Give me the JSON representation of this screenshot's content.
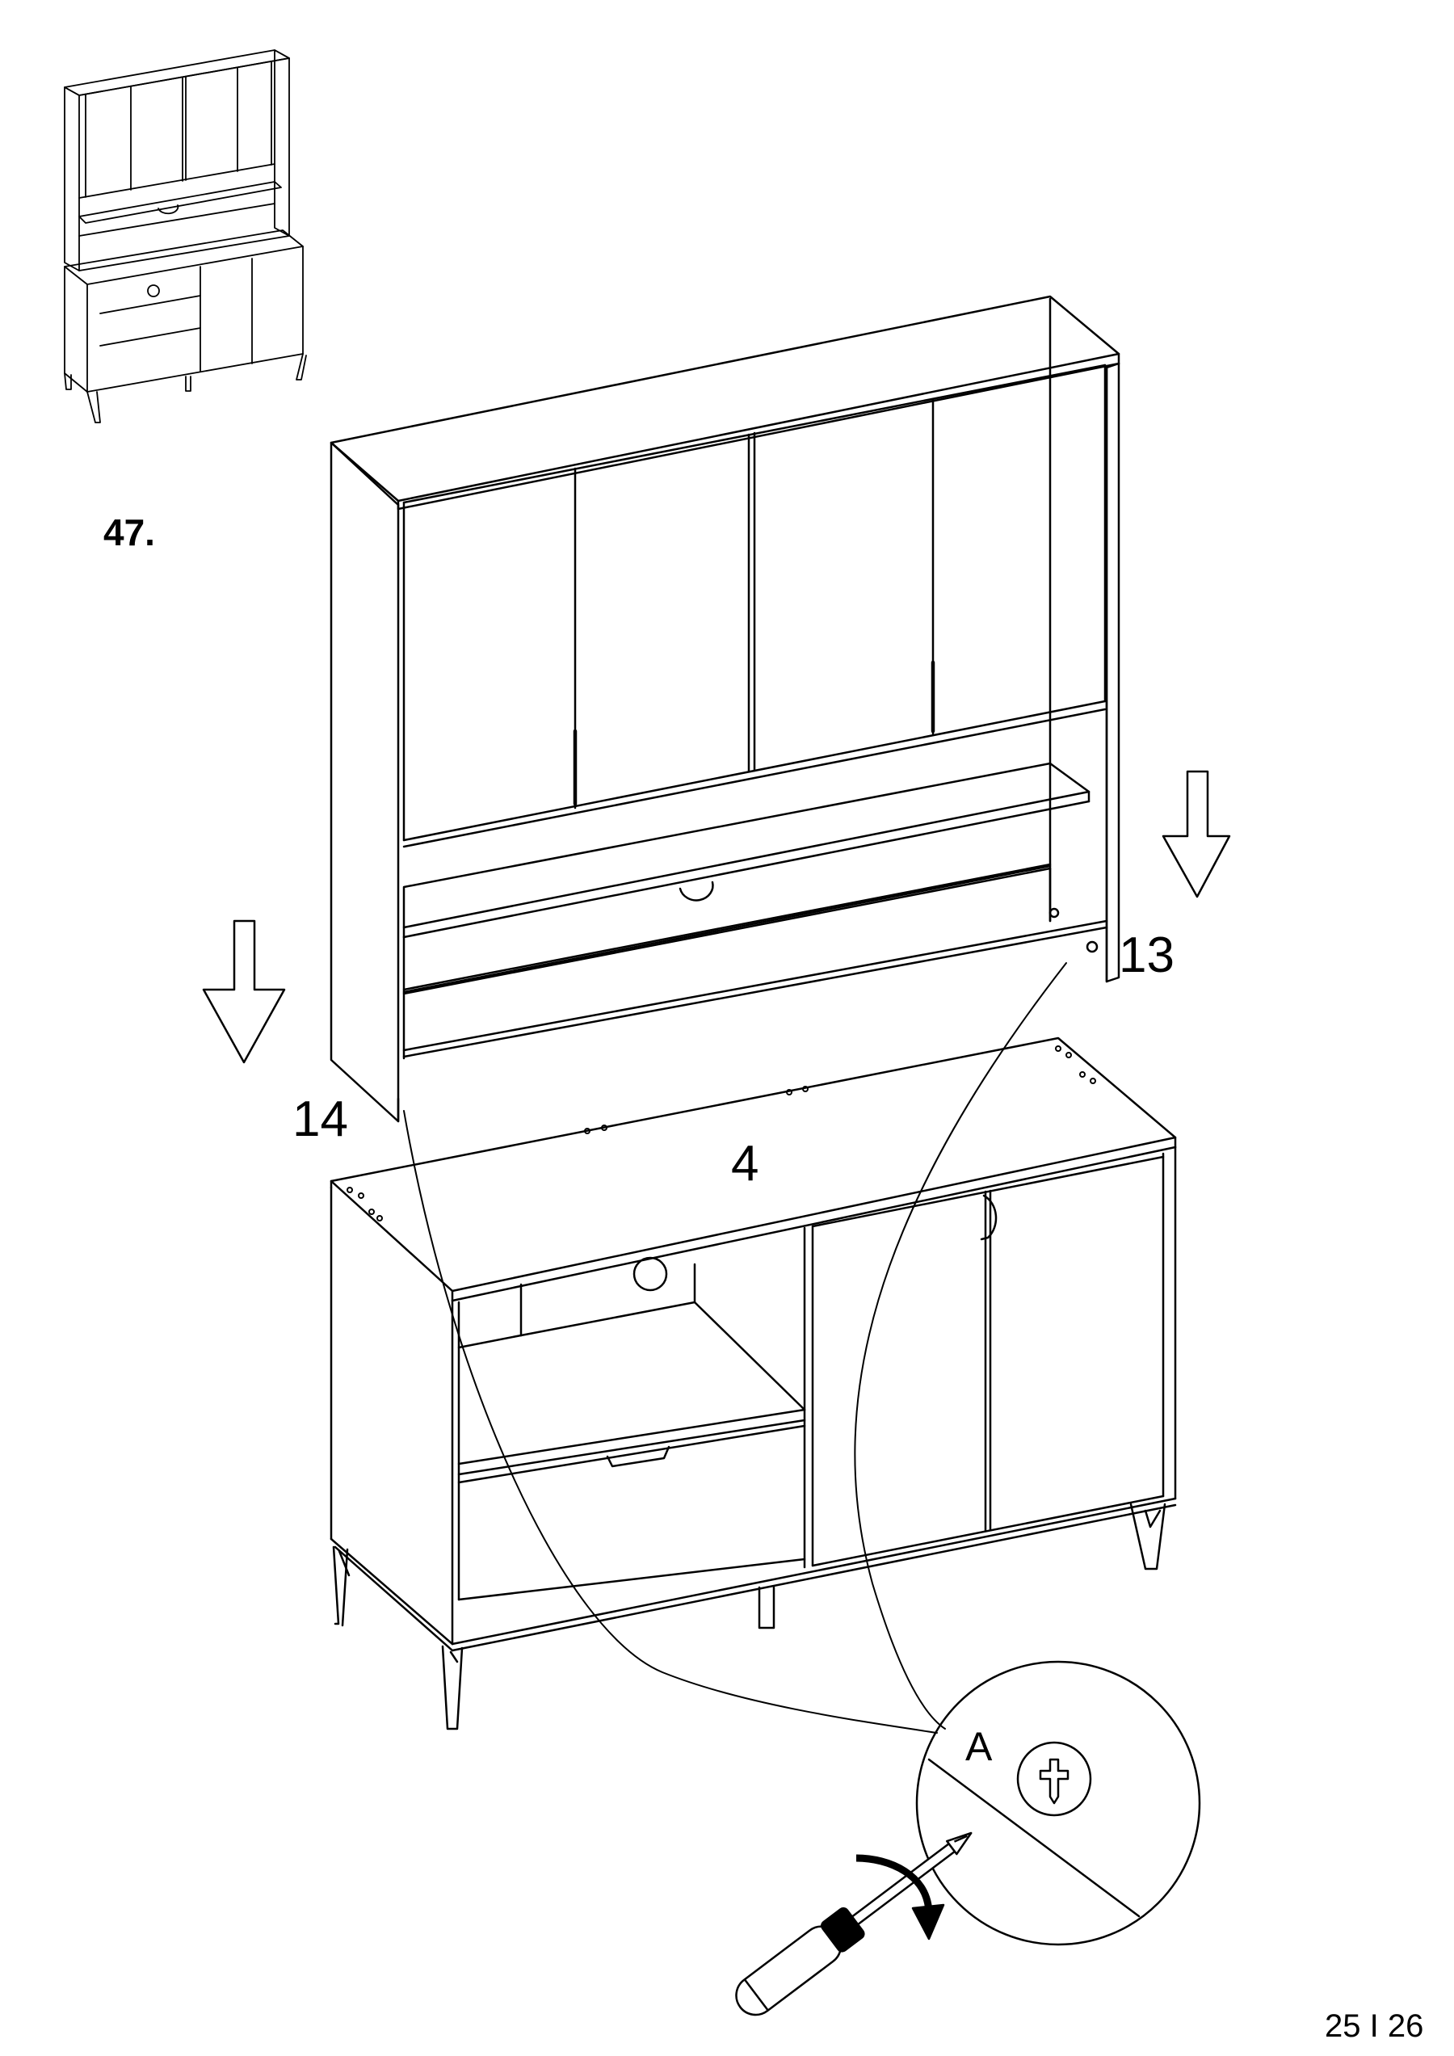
{
  "step": {
    "number": "47."
  },
  "labels": {
    "part_top_left_side": "14",
    "part_top_right_side": "13",
    "part_base_top": "4",
    "hardware": "A"
  },
  "footer": {
    "page": "25 I 26"
  },
  "icons": [
    "overview-cabinet-icon",
    "down-arrow-icon",
    "screw-detail-icon",
    "screwdriver-icon"
  ],
  "colors": {
    "line": "#000000",
    "background": "#ffffff",
    "arrow_fill": "#ffffff"
  }
}
